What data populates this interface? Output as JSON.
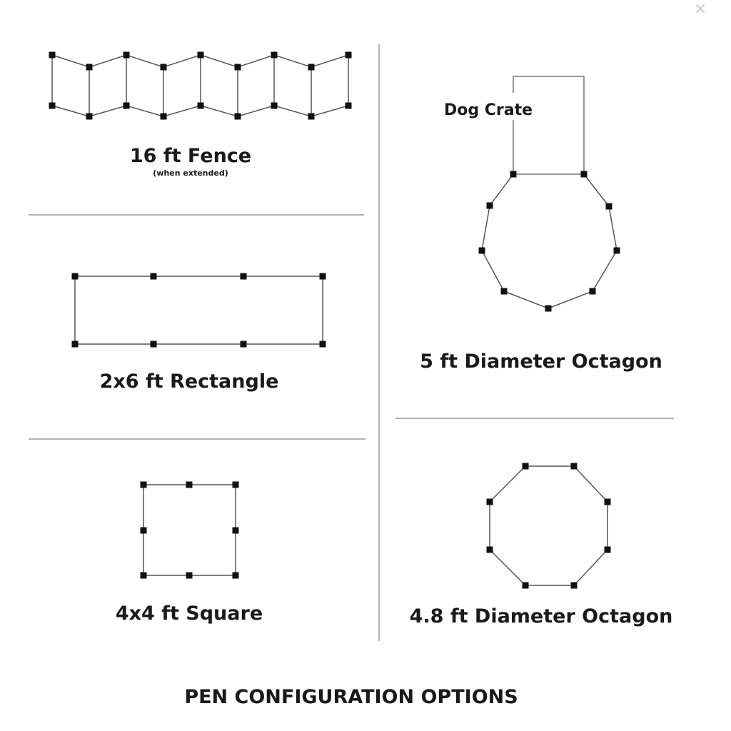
{
  "modal": {
    "close_label": "×"
  },
  "diagrams": {
    "fence": {
      "title": "16 ft Fence",
      "subtitle": "(when extended)"
    },
    "rectangle": {
      "title": "2x6 ft Rectangle"
    },
    "square": {
      "title": "4x4 ft Square"
    },
    "octagon_crate": {
      "title": "5 ft Diameter Octagon",
      "crate_label": "Dog Crate"
    },
    "octagon": {
      "title": "4.8 ft Diameter Octagon"
    }
  },
  "footer": {
    "title": "PEN CONFIGURATION OPTIONS"
  },
  "colors": {
    "line": "#555555",
    "node": "#111111",
    "divider": "#888888"
  }
}
